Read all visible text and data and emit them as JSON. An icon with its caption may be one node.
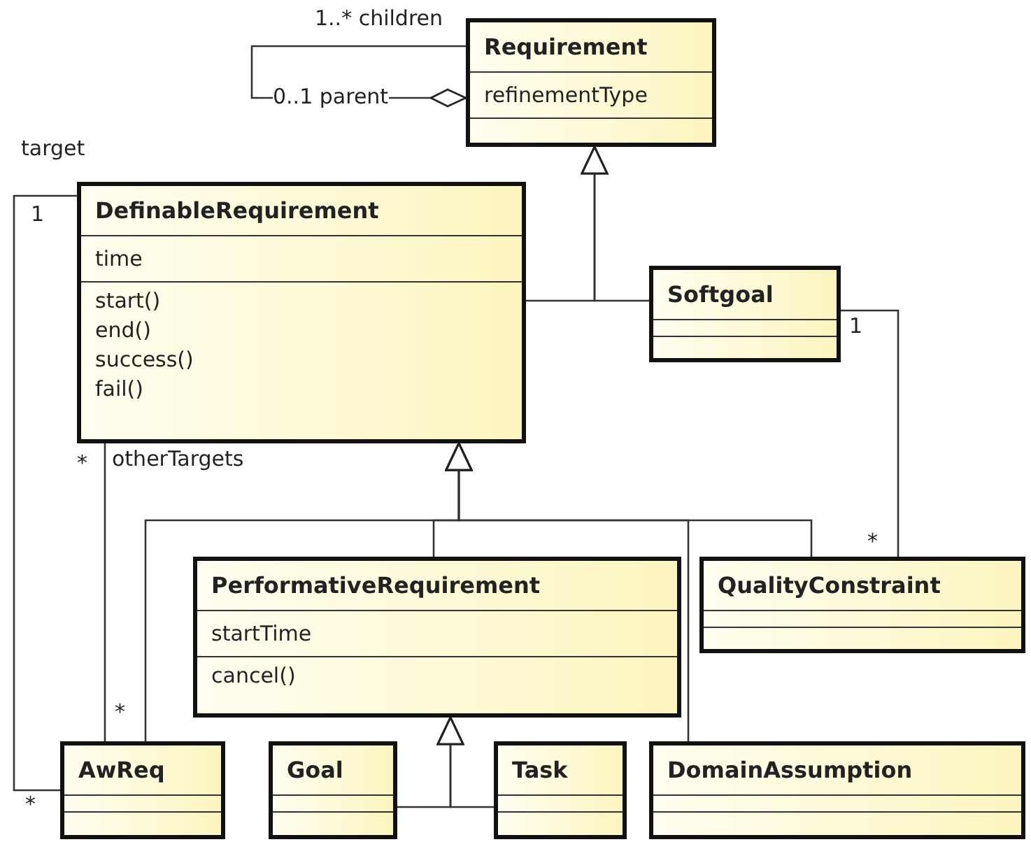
{
  "diagram": {
    "nodes": [
      {
        "text": [
          "Requirement",
          "refinementType"
        ]
      },
      {
        "text": [
          "DefinableRequirement",
          "time",
          "start()",
          "end()",
          "success()",
          "fail()"
        ]
      },
      {
        "text": [
          "Softgoal"
        ]
      },
      {
        "text": [
          "PerformativeRequirement",
          "startTime",
          "cancel()"
        ]
      },
      {
        "text": [
          "QualityConstraint"
        ]
      },
      {
        "text": [
          "AwReq"
        ]
      },
      {
        "text": [
          "Goal"
        ]
      },
      {
        "text": [
          "Task"
        ]
      },
      {
        "text": [
          "DomainAssumption"
        ]
      }
    ],
    "edges": [
      {
        "from": 0,
        "to": 0,
        "arrow": "other"
      },
      {
        "from": 1,
        "to": 0,
        "arrow": "to"
      },
      {
        "from": 2,
        "to": 0,
        "arrow": "to"
      },
      {
        "from": 5,
        "to": 1,
        "arrow": "to"
      },
      {
        "from": 3,
        "to": 1,
        "arrow": "to"
      },
      {
        "from": 8,
        "to": 1,
        "arrow": "to"
      },
      {
        "from": 4,
        "to": 1,
        "arrow": "to"
      },
      {
        "from": 6,
        "to": 3,
        "arrow": "to"
      },
      {
        "from": 7,
        "to": 3,
        "arrow": "to"
      },
      {
        "from": 5,
        "to": 1,
        "arrow": "none"
      },
      {
        "from": 5,
        "to": 1,
        "arrow": "none"
      },
      {
        "from": 2,
        "to": 4,
        "arrow": "none"
      }
    ],
    "labels": [
      "1..* children",
      "0..1 parent",
      "target",
      "1",
      "*",
      "otherTargets",
      "1",
      "*",
      "*",
      "*"
    ]
  }
}
